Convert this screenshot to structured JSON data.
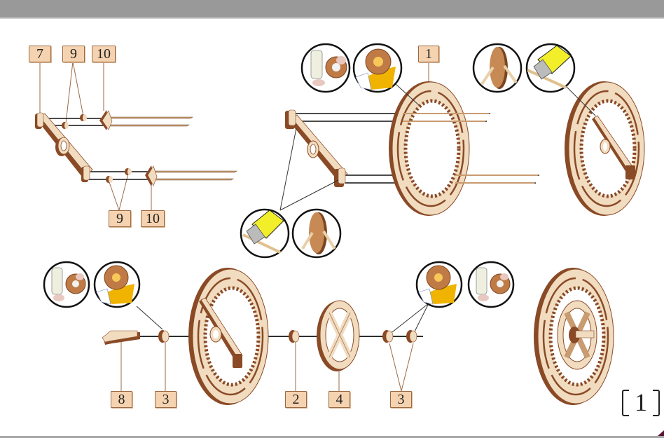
{
  "viewer": {
    "top_bar_color": "#999999",
    "background": "#ffffff"
  },
  "page": {
    "type": "assembly-instructions",
    "step_number": "1",
    "accent_colors": {
      "label_fill": "#f6d3b0",
      "label_border": "#9a6a45",
      "wood_light": "#f1dcc0",
      "wood_dark": "#8a4a26",
      "tape_yellow": "#f0b400",
      "knife_yellow": "#f3ee2a"
    }
  },
  "diagram": {
    "top_left_assembly": {
      "labels": [
        {
          "id": "7",
          "text": "7"
        },
        {
          "id": "9a",
          "text": "9"
        },
        {
          "id": "10a",
          "text": "10"
        },
        {
          "id": "9b",
          "text": "9"
        },
        {
          "id": "10b",
          "text": "10"
        }
      ]
    },
    "top_middle_assembly": {
      "labels": [
        {
          "id": "1",
          "text": "1"
        }
      ],
      "detail_callouts": [
        "remove-burn-marks-with-sandpaper",
        "apply-tape-to-gear",
        "cut-rod-with-knife",
        "insert-rod-into-disc"
      ]
    },
    "top_right_result": {
      "detail_callouts": [
        "insert-rod-into-disc",
        "cut-rod-with-knife"
      ]
    },
    "bottom_assembly": {
      "labels": [
        {
          "id": "8",
          "text": "8"
        },
        {
          "id": "3a",
          "text": "3"
        },
        {
          "id": "2",
          "text": "2"
        },
        {
          "id": "4",
          "text": "4"
        },
        {
          "id": "3b",
          "text": "3"
        }
      ],
      "detail_callouts": [
        "remove-burn-marks-with-sandpaper",
        "apply-tape-to-gear",
        "apply-tape-to-gear",
        "remove-burn-marks-with-sandpaper"
      ]
    }
  }
}
